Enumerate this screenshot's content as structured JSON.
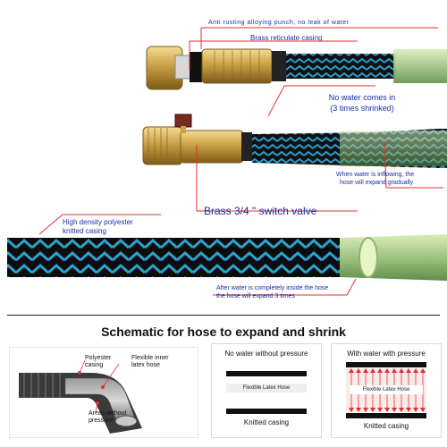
{
  "top_annotations": {
    "anti_rust": "Anti rusting alloying punch, no leak of water",
    "brass_casing": "Brass reticulate casing",
    "no_water_line1": "No water comes in",
    "no_water_line2": "(3 times shrinked)",
    "inflowing_line1": "When water is inflowing,  the",
    "inflowing_line2": "hose will expand gradually",
    "switch_valve": "Brass 3/4 \"  switch valve",
    "polyester_line1": "High density polyester",
    "polyester_line2": "knitted casing",
    "expanded_line1": "After water is completely inside the hose",
    "expanded_line2": "the hose will expand 3 times"
  },
  "schematic": {
    "title": "Schematic for hose to expand and shrink",
    "diagram": {
      "polyester_line1": "Polyester",
      "polyester_line2": "casing",
      "latex_line1": "Flexible inner",
      "latex_line2": "latex hose",
      "areas_line1": "Areas without",
      "areas_line2": "pressure"
    },
    "panel_no_pressure": {
      "title": "No water without pressure",
      "hose_label": "Flexible Latex Hose",
      "casing_label": "Knitted casing"
    },
    "panel_with_pressure": {
      "title": "With water with pressure",
      "hose_label": "Flexible Latex Hose",
      "casing_label": "Knitted casing"
    }
  },
  "colors": {
    "annotation_text": "#1a2fa0",
    "callout_line": "#e23030",
    "brass": "#c9a044",
    "hose_black": "#111111",
    "hose_blue": "#2a9fc9",
    "latex_green": "#a8c98e"
  }
}
